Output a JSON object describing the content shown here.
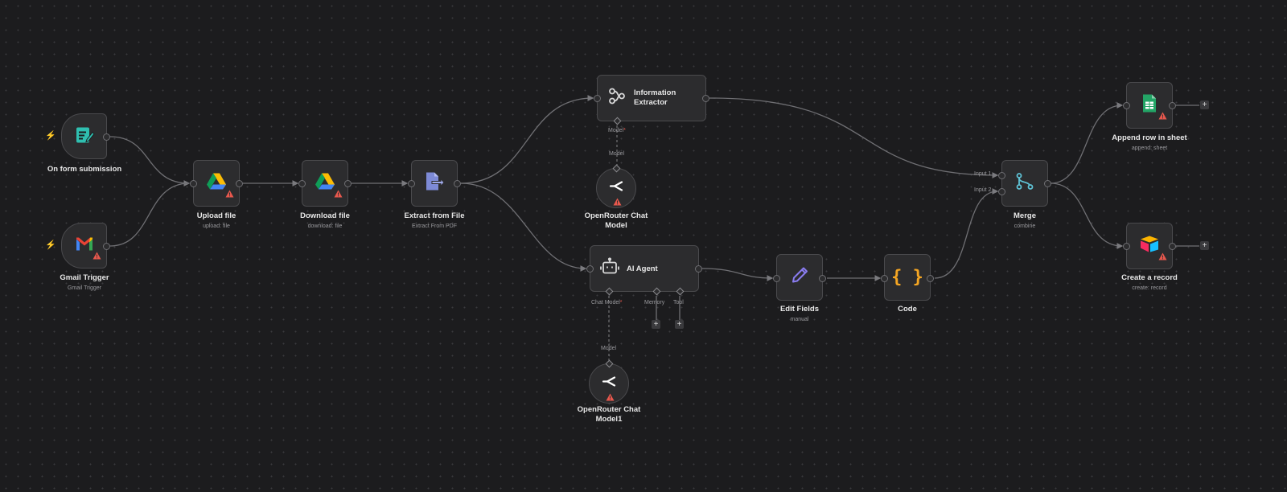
{
  "nodes": {
    "form_trigger": {
      "label": "On form submission",
      "icon": "form-icon"
    },
    "gmail_trigger": {
      "label": "Gmail Trigger",
      "sub": "Gmail Trigger",
      "icon": "gmail-icon"
    },
    "upload_file": {
      "label": "Upload file",
      "sub": "upload: file",
      "icon": "google-drive-icon"
    },
    "download_file": {
      "label": "Download file",
      "sub": "download: file",
      "icon": "google-drive-icon"
    },
    "extract_file": {
      "label": "Extract from File",
      "sub": "Extract From PDF",
      "icon": "file-extract-icon"
    },
    "info_extractor": {
      "label_line1": "Information",
      "label_line2": "Extractor",
      "port_label": "Model",
      "icon": "share-nodes-icon"
    },
    "or_model": {
      "label_line1": "OpenRouter Chat",
      "label_line2": "Model",
      "connector_label": "Model",
      "icon": "openrouter-icon"
    },
    "ai_agent": {
      "label": "AI Agent",
      "port_chat": "Chat Model",
      "port_memory": "Memory",
      "port_tool": "Tool",
      "icon": "robot-icon"
    },
    "or_model1": {
      "label_line1": "OpenRouter Chat",
      "label_line2": "Model1",
      "connector_label": "Model",
      "icon": "openrouter-icon"
    },
    "edit_fields": {
      "label": "Edit Fields",
      "sub": "manual",
      "icon": "pencil-icon"
    },
    "code": {
      "label": "Code",
      "icon": "braces-icon"
    },
    "merge": {
      "label": "Merge",
      "sub": "combine",
      "input1": "Input 1",
      "input2": "Input 2",
      "icon": "merge-icon"
    },
    "append_row": {
      "label": "Append row in sheet",
      "sub": "append: sheet",
      "icon": "google-sheets-icon"
    },
    "create_record": {
      "label": "Create a record",
      "sub": "create: record",
      "icon": "airtable-icon"
    }
  },
  "required_marker": "*",
  "add_symbol": "+",
  "colors": {
    "background": "#1c1c1e",
    "node": "#2c2c2e",
    "edge": "#7a7a7e",
    "warning": "#e8584d",
    "accent_teal": "#2fbfb0",
    "code_orange": "#f5a623",
    "edit_purple": "#8a7cf0"
  }
}
